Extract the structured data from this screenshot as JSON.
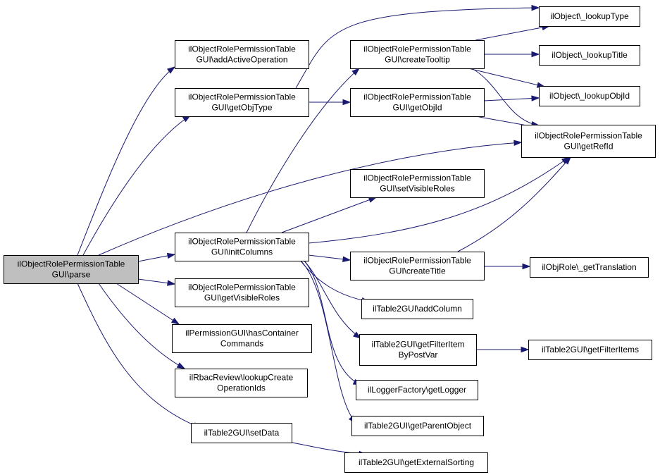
{
  "colors": {
    "edge": "#191970",
    "root_fill": "#bfbfbf",
    "node_fill": "#ffffff"
  },
  "nodes": [
    {
      "id": "parse",
      "lines": [
        "ilObjectRolePermissionTable",
        "GUI\\parse"
      ],
      "root": true
    },
    {
      "id": "addActiveOperation",
      "lines": [
        "ilObjectRolePermissionTable",
        "GUI\\addActiveOperation"
      ]
    },
    {
      "id": "getObjType",
      "lines": [
        "ilObjectRolePermissionTable",
        "GUI\\getObjType"
      ]
    },
    {
      "id": "initColumns",
      "lines": [
        "ilObjectRolePermissionTable",
        "GUI\\initColumns"
      ]
    },
    {
      "id": "getVisibleRoles",
      "lines": [
        "ilObjectRolePermissionTable",
        "GUI\\getVisibleRoles"
      ]
    },
    {
      "id": "hasContainerCommands",
      "lines": [
        "ilPermissionGUI\\hasContainer",
        "Commands"
      ]
    },
    {
      "id": "lookupCreateOperationIds",
      "lines": [
        "ilRbacReview\\lookupCreate",
        "OperationIds"
      ]
    },
    {
      "id": "setData",
      "lines": [
        "ilTable2GUI\\setData"
      ]
    },
    {
      "id": "createTooltip",
      "lines": [
        "ilObjectRolePermissionTable",
        "GUI\\createTooltip"
      ]
    },
    {
      "id": "getObjId",
      "lines": [
        "ilObjectRolePermissionTable",
        "GUI\\getObjId"
      ]
    },
    {
      "id": "setVisibleRoles",
      "lines": [
        "ilObjectRolePermissionTable",
        "GUI\\setVisibleRoles"
      ]
    },
    {
      "id": "createTitle",
      "lines": [
        "ilObjectRolePermissionTable",
        "GUI\\createTitle"
      ]
    },
    {
      "id": "addColumn",
      "lines": [
        "ilTable2GUI\\addColumn"
      ]
    },
    {
      "id": "getFilterItemByPostVar",
      "lines": [
        "ilTable2GUI\\getFilterItem",
        "ByPostVar"
      ]
    },
    {
      "id": "getLogger",
      "lines": [
        "ilLoggerFactory\\getLogger"
      ]
    },
    {
      "id": "getParentObject",
      "lines": [
        "ilTable2GUI\\getParentObject"
      ]
    },
    {
      "id": "getExternalSorting",
      "lines": [
        "ilTable2GUI\\getExternalSorting"
      ]
    },
    {
      "id": "lookupType",
      "lines": [
        "ilObject\\_lookupType"
      ]
    },
    {
      "id": "lookupTitle",
      "lines": [
        "ilObject\\_lookupTitle"
      ]
    },
    {
      "id": "lookupObjId",
      "lines": [
        "ilObject\\_lookupObjId"
      ]
    },
    {
      "id": "getRefId",
      "lines": [
        "ilObjectRolePermissionTable",
        "GUI\\getRefId"
      ]
    },
    {
      "id": "getTranslation",
      "lines": [
        "ilObjRole\\_getTranslation"
      ]
    },
    {
      "id": "getFilterItems",
      "lines": [
        "ilTable2GUI\\getFilterItems"
      ]
    }
  ],
  "edges": [
    {
      "from": "parse",
      "to": "addActiveOperation"
    },
    {
      "from": "parse",
      "to": "getObjType"
    },
    {
      "from": "parse",
      "to": "getRefId"
    },
    {
      "from": "parse",
      "to": "initColumns"
    },
    {
      "from": "parse",
      "to": "getVisibleRoles"
    },
    {
      "from": "parse",
      "to": "hasContainerCommands"
    },
    {
      "from": "parse",
      "to": "lookupCreateOperationIds"
    },
    {
      "from": "parse",
      "to": "setData"
    },
    {
      "from": "getObjType",
      "to": "lookupType"
    },
    {
      "from": "getObjType",
      "to": "getObjId"
    },
    {
      "from": "initColumns",
      "to": "createTooltip"
    },
    {
      "from": "initColumns",
      "to": "setVisibleRoles"
    },
    {
      "from": "initColumns",
      "to": "getRefId"
    },
    {
      "from": "initColumns",
      "to": "createTitle"
    },
    {
      "from": "initColumns",
      "to": "addColumn"
    },
    {
      "from": "initColumns",
      "to": "getFilterItemByPostVar"
    },
    {
      "from": "initColumns",
      "to": "getLogger"
    },
    {
      "from": "initColumns",
      "to": "getParentObject"
    },
    {
      "from": "setData",
      "to": "getExternalSorting"
    },
    {
      "from": "createTooltip",
      "to": "lookupType"
    },
    {
      "from": "createTooltip",
      "to": "lookupTitle"
    },
    {
      "from": "createTooltip",
      "to": "lookupObjId"
    },
    {
      "from": "createTooltip",
      "to": "getRefId"
    },
    {
      "from": "getObjId",
      "to": "lookupObjId"
    },
    {
      "from": "getObjId",
      "to": "getRefId"
    },
    {
      "from": "createTitle",
      "to": "getRefId"
    },
    {
      "from": "createTitle",
      "to": "getTranslation"
    },
    {
      "from": "getFilterItemByPostVar",
      "to": "getFilterItems"
    }
  ]
}
